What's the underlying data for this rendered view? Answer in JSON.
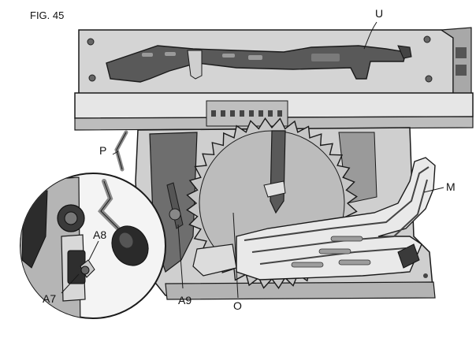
{
  "figure": {
    "caption": "FIG. 45",
    "callouts": {
      "U": "U",
      "P": "P",
      "M": "M",
      "A8": "A8",
      "A7": "A7",
      "A9": "A9",
      "O": "O"
    },
    "colors": {
      "line": "#1a1a1a",
      "panel": "#d9d9d9",
      "panel_dark": "#8c8c8c",
      "blade": "#c6c6c6",
      "dark": "#3a3a3a",
      "background": "#ffffff"
    }
  }
}
